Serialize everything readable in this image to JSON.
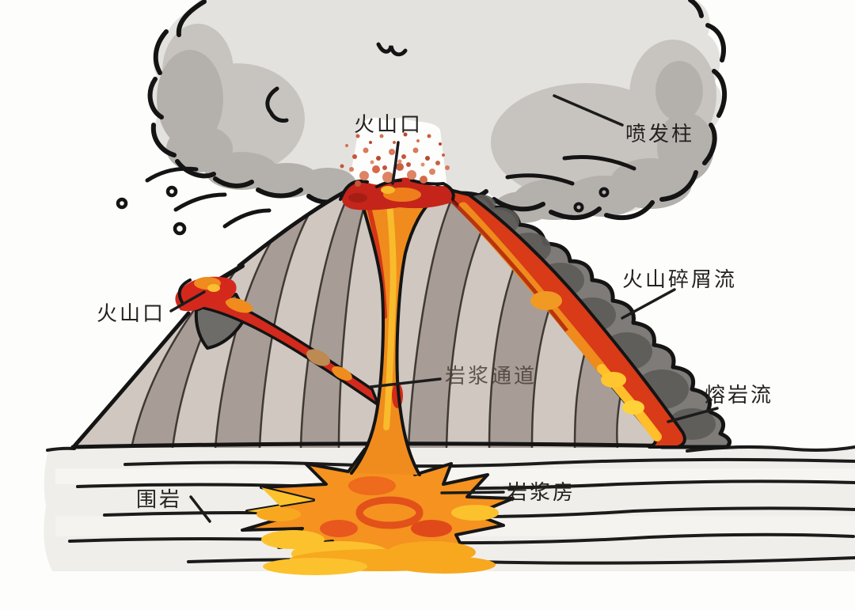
{
  "meta": {
    "description": "Hand-drawn cartoon cross-section diagram of an erupting volcano",
    "language": "zh-CN"
  },
  "labels": {
    "summit_crater": "火山口",
    "eruption_column": "喷发柱",
    "side_crater": "火山口",
    "pyroclastic_flow": "火山碎屑流",
    "lava_flow": "熔岩流",
    "magma_conduit": "岩浆通道",
    "country_rock": "围岩",
    "magma_chamber": "岩浆房"
  },
  "colors": {
    "background": "#fdfdfc",
    "cloud_light": "#e4e2de",
    "cloud_dark": "#b4b1ad",
    "cone_light": "#cfc7c0",
    "cone_band_dark": "#a89c97",
    "pyroclastic_gray": "#7e7b78",
    "lava_red": "#d93a18",
    "lava_orange": "#ef8c1d",
    "lava_yellow": "#fcc22d",
    "outline_black": "#141414",
    "ground_gray": "#efeeea"
  }
}
